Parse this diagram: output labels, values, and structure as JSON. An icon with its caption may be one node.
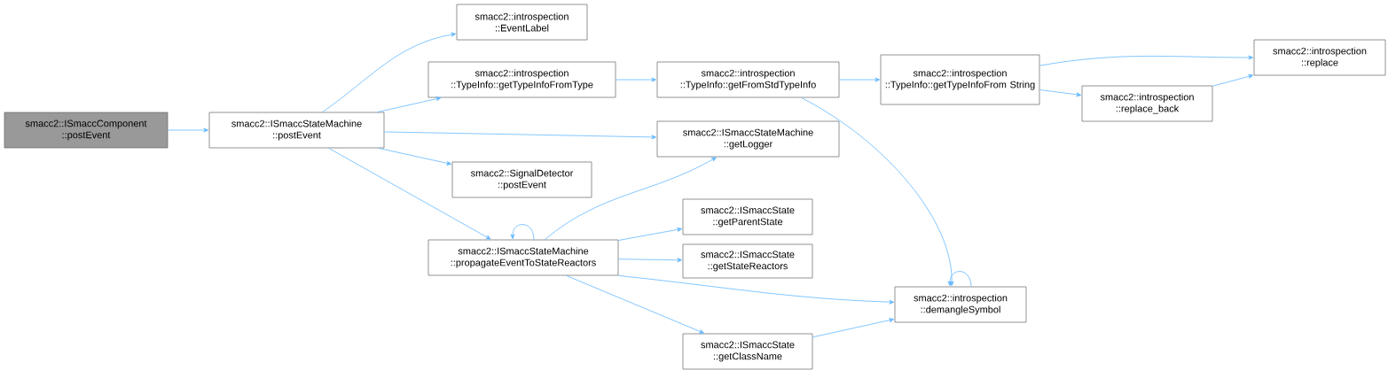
{
  "diagram": {
    "nodes": [
      {
        "text": [
          "smacc2::ISmaccComponent ::postEvent"
        ]
      },
      {
        "text": [
          "smacc2::ISmaccStateMachine ::postEvent"
        ]
      },
      {
        "text": [
          "smacc2::introspection ::EventLabel"
        ]
      },
      {
        "text": [
          "smacc2::introspection ::TypeInfo::getTypeInfoFromType"
        ]
      },
      {
        "text": [
          "smacc2::ISmaccStateMachine ::getLogger"
        ]
      },
      {
        "text": [
          "smacc2::SignalDetector ::postEvent"
        ]
      },
      {
        "text": [
          "smacc2::ISmaccStateMachine ::propagateEventToStateReactors"
        ]
      },
      {
        "text": [
          "smacc2::introspection ::TypeInfo::getFromStdTypeInfo"
        ]
      },
      {
        "text": [
          "smacc2::ISmaccState ::getParentState"
        ]
      },
      {
        "text": [
          "smacc2::ISmaccState ::getStateReactors"
        ]
      },
      {
        "text": [
          "smacc2::ISmaccState ::getClassName"
        ]
      },
      {
        "text": [
          "smacc2::introspection ::TypeInfo::getTypeInfoFrom String"
        ]
      },
      {
        "text": [
          "smacc2::introspection ::demangleSymbol"
        ]
      },
      {
        "text": [
          "smacc2::introspection ::replace_back"
        ]
      },
      {
        "text": [
          "smacc2::introspection ::replace"
        ]
      }
    ],
    "edges": [
      {
        "from": 0,
        "to": 1,
        "arrow": "to"
      },
      {
        "from": 1,
        "to": 2,
        "arrow": "to"
      },
      {
        "from": 1,
        "to": 3,
        "arrow": "to"
      },
      {
        "from": 1,
        "to": 4,
        "arrow": "to"
      },
      {
        "from": 1,
        "to": 5,
        "arrow": "to"
      },
      {
        "from": 1,
        "to": 6,
        "arrow": "to"
      },
      {
        "from": 3,
        "to": 7,
        "arrow": "to"
      },
      {
        "from": 7,
        "to": 11,
        "arrow": "to"
      },
      {
        "from": 7,
        "to": 12,
        "arrow": "to"
      },
      {
        "from": 11,
        "to": 14,
        "arrow": "to"
      },
      {
        "from": 11,
        "to": 13,
        "arrow": "to"
      },
      {
        "from": 13,
        "to": 14,
        "arrow": "to"
      },
      {
        "from": 6,
        "to": 6,
        "arrow": "to"
      },
      {
        "from": 6,
        "to": 4,
        "arrow": "to"
      },
      {
        "from": 6,
        "to": 8,
        "arrow": "to"
      },
      {
        "from": 6,
        "to": 9,
        "arrow": "to"
      },
      {
        "from": 6,
        "to": 12,
        "arrow": "to"
      },
      {
        "from": 6,
        "to": 10,
        "arrow": "to"
      },
      {
        "from": 10,
        "to": 12,
        "arrow": "to"
      },
      {
        "from": 12,
        "to": 12,
        "arrow": "to"
      }
    ]
  }
}
